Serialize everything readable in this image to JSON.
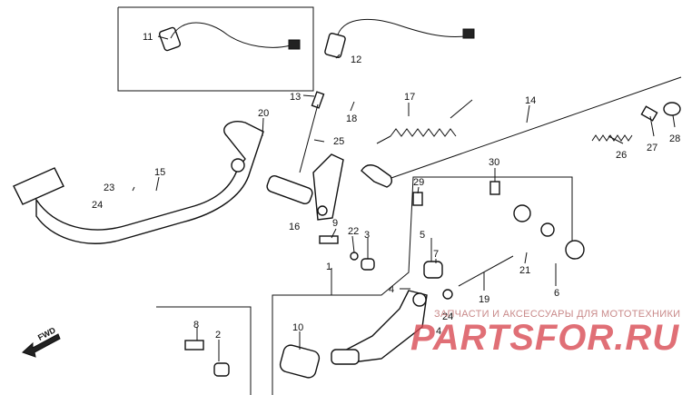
{
  "diagram": {
    "callouts": [
      {
        "id": "11",
        "text": "11"
      },
      {
        "id": "12",
        "text": "12"
      },
      {
        "id": "13",
        "text": "13"
      },
      {
        "id": "14",
        "text": "14"
      },
      {
        "id": "15",
        "text": "15"
      },
      {
        "id": "16",
        "text": "16"
      },
      {
        "id": "17",
        "text": "17"
      },
      {
        "id": "18",
        "text": "18"
      },
      {
        "id": "19",
        "text": "19"
      },
      {
        "id": "20",
        "text": "20"
      },
      {
        "id": "21",
        "text": "21"
      },
      {
        "id": "22",
        "text": "22"
      },
      {
        "id": "23",
        "text": "23"
      },
      {
        "id": "24a",
        "text": "24"
      },
      {
        "id": "24b",
        "text": "24"
      },
      {
        "id": "25",
        "text": "25"
      },
      {
        "id": "26",
        "text": "26"
      },
      {
        "id": "27",
        "text": "27"
      },
      {
        "id": "28",
        "text": "28"
      },
      {
        "id": "29",
        "text": "29"
      },
      {
        "id": "30",
        "text": "30"
      },
      {
        "id": "1",
        "text": "1"
      },
      {
        "id": "2",
        "text": "2"
      },
      {
        "id": "3",
        "text": "3"
      },
      {
        "id": "4a",
        "text": "4"
      },
      {
        "id": "4b",
        "text": "4"
      },
      {
        "id": "5",
        "text": "5"
      },
      {
        "id": "6",
        "text": "6"
      },
      {
        "id": "7",
        "text": "7"
      },
      {
        "id": "8",
        "text": "8"
      },
      {
        "id": "9",
        "text": "9"
      },
      {
        "id": "10",
        "text": "10"
      }
    ],
    "direction_label": "FWD"
  },
  "watermark": {
    "tagline": "ЗАПЧАСТИ И АКСЕССУАРЫ ДЛЯ МОТОТЕХНИКИ",
    "brand": "PARTSFOR.RU"
  }
}
